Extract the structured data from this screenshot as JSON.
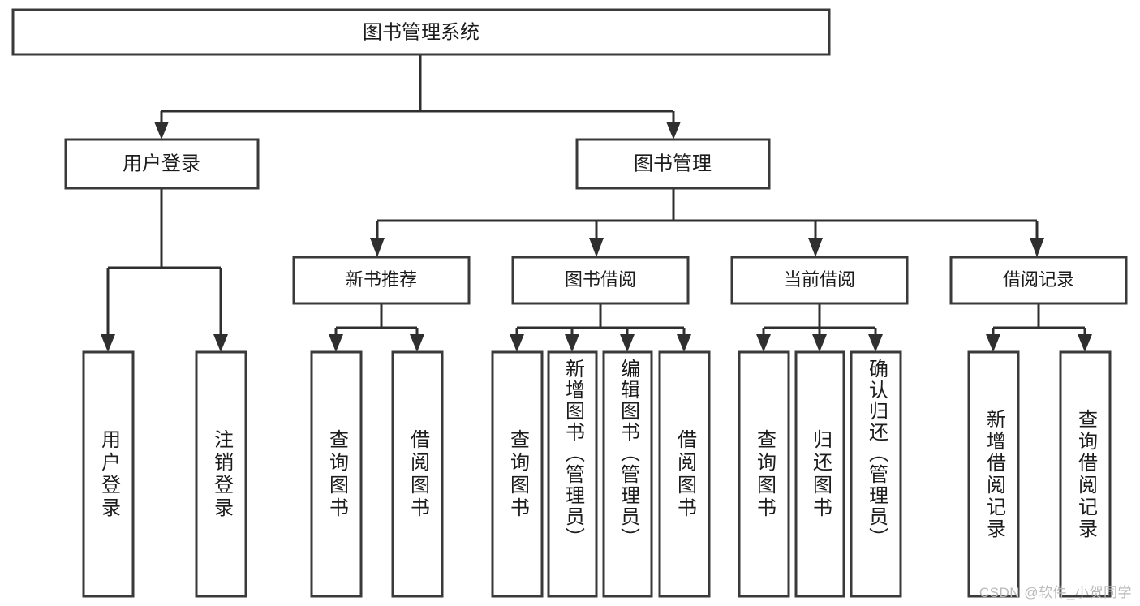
{
  "diagram": {
    "type": "hierarchy-tree",
    "title": "图书管理系统",
    "watermark": "CSDN @软件_小贺同学",
    "colors": {
      "box_stroke": "#3a3a3a",
      "connector": "#2f2f2f",
      "background": "#ffffff",
      "text": "#1c1c1c",
      "watermark": "#b9b9b9"
    },
    "root": {
      "label": "图书管理系统"
    },
    "level2": [
      {
        "label": "用户登录"
      },
      {
        "label": "图书管理"
      }
    ],
    "level3": [
      {
        "label": "新书推荐"
      },
      {
        "label": "图书借阅"
      },
      {
        "label": "当前借阅"
      },
      {
        "label": "借阅记录"
      }
    ],
    "leaves": {
      "user_login": [
        {
          "label": "用户登录"
        },
        {
          "label": "注销登录"
        }
      ],
      "new_book_recommend": [
        {
          "label": "查询图书"
        },
        {
          "label": "借阅图书"
        }
      ],
      "book_borrow": [
        {
          "label": "查询图书"
        },
        {
          "label": "新增图书（管理员）"
        },
        {
          "label": "编辑图书（管理员）"
        },
        {
          "label": "借阅图书"
        }
      ],
      "current_borrow": [
        {
          "label": "查询图书"
        },
        {
          "label": "归还图书"
        },
        {
          "label": "确认归还（管理员）"
        }
      ],
      "borrow_records": [
        {
          "label": "新增借阅记录"
        },
        {
          "label": "查询借阅记录"
        }
      ]
    }
  }
}
